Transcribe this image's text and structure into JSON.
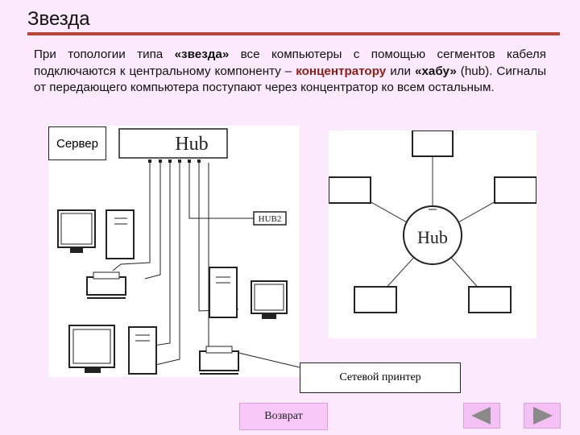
{
  "slide": {
    "title": "Звезда",
    "paragraph": {
      "p1": "При топологии типа ",
      "p2": "«звезда»",
      "p3": " все компьютеры с помощью сегментов кабеля подключаются к центральному компоненту – ",
      "p4": "концентратору",
      "p5": " или ",
      "p6": "«хабу»",
      "p7": " (hub). Сигналы от передающего компьютера поступают через концентратор ко всем остальным."
    }
  },
  "left_diagram": {
    "server_label": "Сервер",
    "hub_label": "Hub",
    "hub2_label": "HUB2",
    "printer_label": "Сетевой принтер"
  },
  "right_diagram": {
    "center_label": "Hub"
  },
  "nav": {
    "return_label": "Возврат",
    "prev_icon": "triangle-left-icon",
    "next_icon": "triangle-right-icon"
  },
  "colors": {
    "background": "#fde9fd",
    "rule": "#b5473e",
    "highlight": "#8a1f16",
    "nav_arrow": "#8a8a8a"
  }
}
